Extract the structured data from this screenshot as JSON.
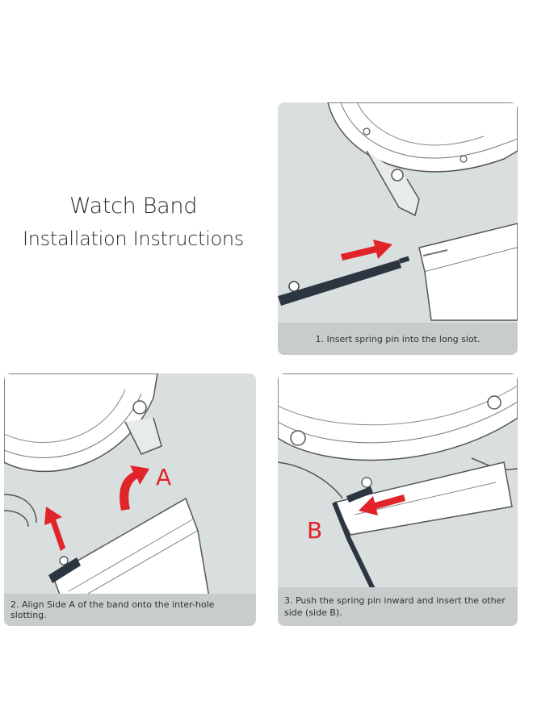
{
  "title": {
    "line1": "Watch Band",
    "line2": "Installation Instructions"
  },
  "steps": [
    {
      "caption": "1. Insert spring pin into the long slot."
    },
    {
      "caption": "2. Align Side A of the band onto the inter-hole slotting.",
      "label": "A"
    },
    {
      "caption": "3. Push the spring pin inward and insert the other side (side B).",
      "label": "B"
    }
  ],
  "colors": {
    "panel_bg": "#d9dede",
    "caption_bg": "#c9cccc",
    "arrow": "#e0242a",
    "pin": "#2c3640"
  }
}
